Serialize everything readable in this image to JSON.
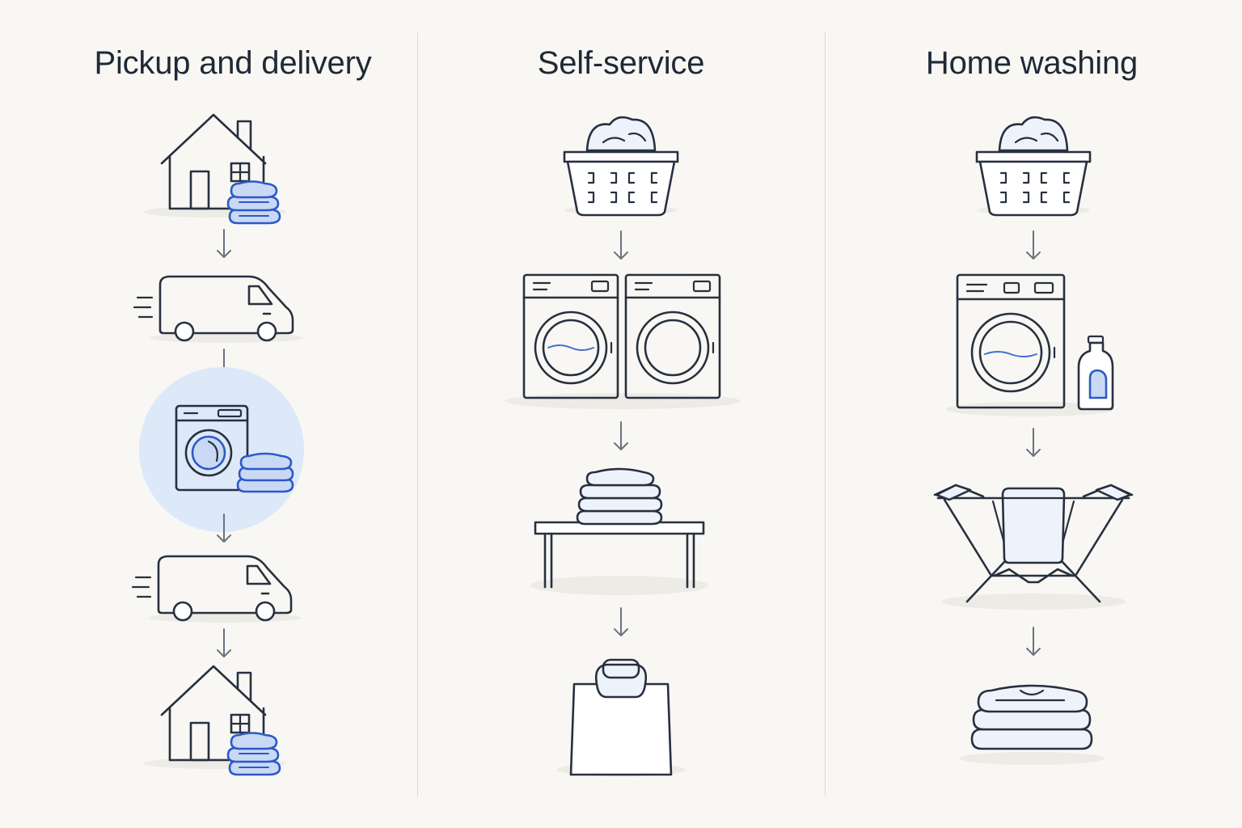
{
  "columns": [
    {
      "title": "Pickup and delivery",
      "steps": [
        "house-with-laundry-icon",
        "moving-van-icon",
        "washing-machine-with-laundry-icon",
        "moving-van-icon",
        "house-with-laundry-icon"
      ]
    },
    {
      "title": "Self-service",
      "steps": [
        "laundry-basket-icon",
        "laundromat-machines-icon",
        "folded-laundry-on-table-icon",
        "shopping-bag-icon"
      ]
    },
    {
      "title": "Home washing",
      "steps": [
        "laundry-basket-icon",
        "washing-machine-with-detergent-icon",
        "drying-rack-icon",
        "folded-clothes-icon"
      ]
    }
  ],
  "colors": {
    "background": "#f8f7f3",
    "line": "#27303f",
    "accent": "#2d59c7",
    "accent_fill": "#c9d9f5",
    "highlight": "#dde8f8",
    "divider": "#dcdcd6",
    "title": "#1f2937"
  }
}
